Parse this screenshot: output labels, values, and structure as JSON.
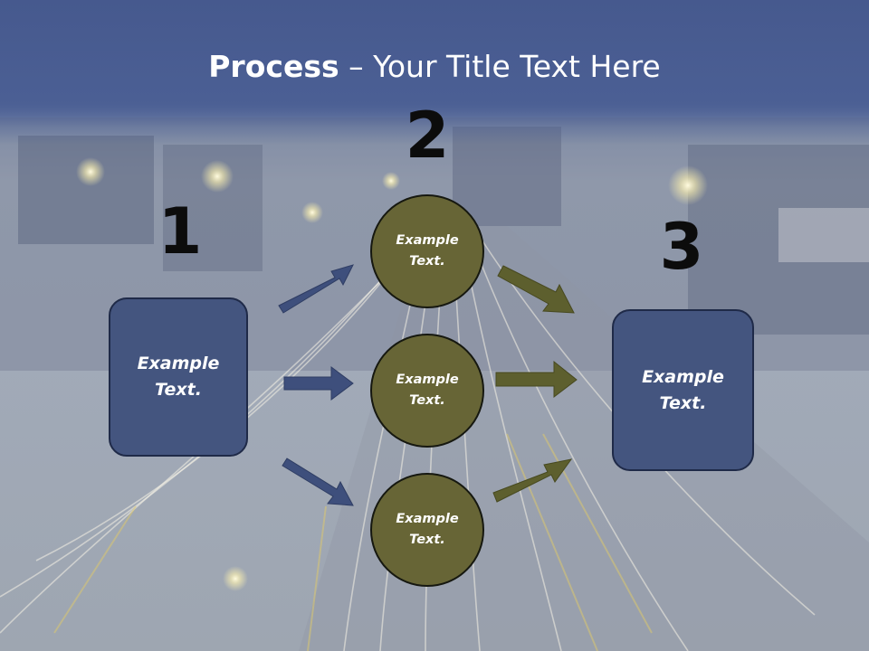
{
  "slide": {
    "title_bold": "Process",
    "title_rest": " – Your Title Text Here",
    "step_numbers": [
      "1",
      "2",
      "3"
    ],
    "left_box": {
      "lines": [
        "Example",
        "Text."
      ]
    },
    "right_box": {
      "lines": [
        "Example",
        "Text."
      ]
    },
    "circles": [
      {
        "lines": [
          "Example",
          "Text."
        ]
      },
      {
        "lines": [
          "Example",
          "Text."
        ]
      },
      {
        "lines": [
          "Example",
          "Text."
        ]
      }
    ]
  },
  "colors": {
    "header_band": "#4b5f94",
    "box_fill": "#44557f",
    "circle_fill": "#676536",
    "arrow_blue": "#3e4f7c",
    "arrow_olive": "#5d5f2e",
    "text_white": "#ffffff",
    "number_black": "#0c0c0c"
  },
  "icons": {
    "arrows_in": "right-arrow-icon",
    "arrows_out": "right-arrow-icon",
    "background": "night-city-traffic-photo"
  }
}
